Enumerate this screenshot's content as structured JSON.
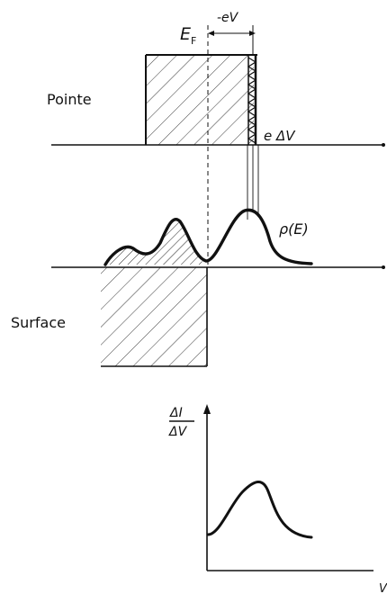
{
  "labels": {
    "tip": "Pointe",
    "surface": "Surface",
    "fermi_main": "E",
    "fermi_sub": "F",
    "bias": "-eV",
    "window": "e ΔV",
    "dos": "ρ(E)",
    "deriv_num": "ΔI",
    "deriv_den": "ΔV",
    "x_axis": "V"
  },
  "colors": {
    "ink": "#111111",
    "background": "#ffffff"
  }
}
